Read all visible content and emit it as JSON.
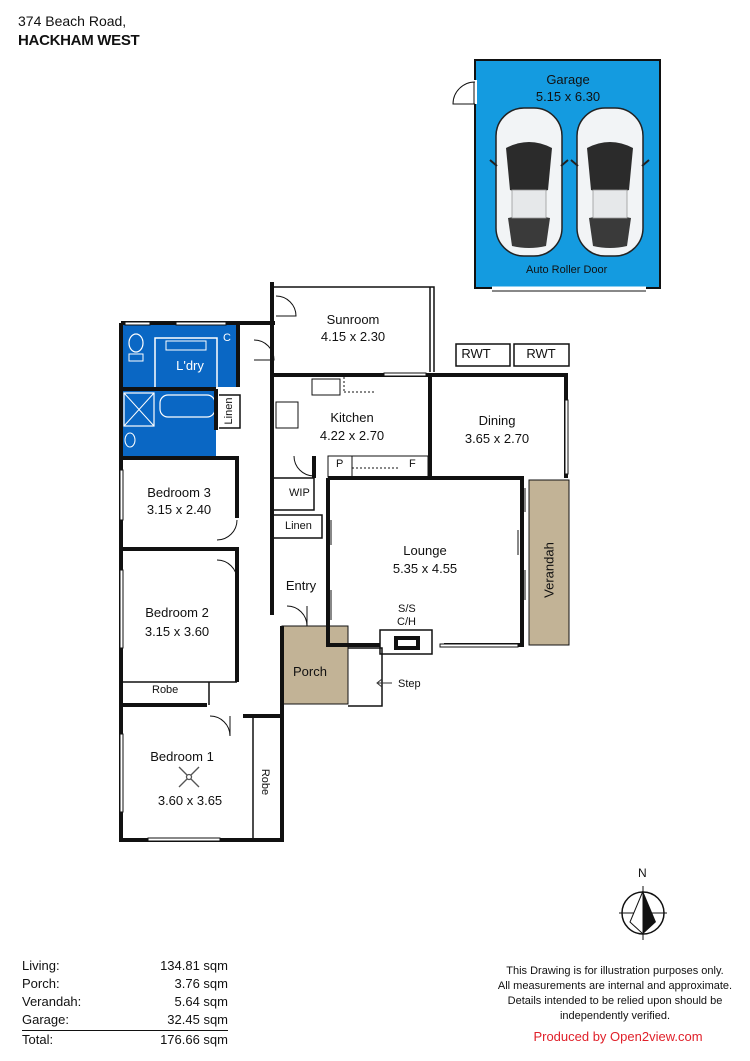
{
  "header": {
    "address_line": "374 Beach Road,",
    "suburb": "HACKHAM WEST"
  },
  "rooms": {
    "garage": {
      "name": "Garage",
      "size": "5.15 x 6.30",
      "door_label": "Auto Roller Door"
    },
    "sunroom": {
      "name": "Sunroom",
      "size": "4.15 x 2.30"
    },
    "laundry": {
      "name": "L'dry"
    },
    "kitchen": {
      "name": "Kitchen",
      "size": "4.22 x 2.70"
    },
    "dining": {
      "name": "Dining",
      "size": "3.65 x 2.70"
    },
    "bedroom3": {
      "name": "Bedroom 3",
      "size": "3.15 x 2.40"
    },
    "bedroom2": {
      "name": "Bedroom 2",
      "size": "3.15 x 3.60"
    },
    "bedroom1": {
      "name": "Bedroom 1",
      "size": "3.60 x 3.65"
    },
    "lounge": {
      "name": "Lounge",
      "size": "5.35 x 4.55"
    },
    "verandah": {
      "name": "Verandah"
    },
    "porch": {
      "name": "Porch"
    }
  },
  "labels": {
    "rwt_left": "RWT",
    "rwt_right": "RWT",
    "linen_vertical": "Linen",
    "linen_horizontal": "Linen",
    "wip": "WIP",
    "pantry": "P",
    "fridge": "F",
    "toilet_c": "C",
    "entry": "Entry",
    "heater_1": "S/S",
    "heater_2": "C/H",
    "step": "Step",
    "robe_bed2": "Robe",
    "robe_bed1": "Robe"
  },
  "compass": {
    "north": "N"
  },
  "areas": [
    {
      "label": "Living:",
      "value": "134.81 sqm"
    },
    {
      "label": "Porch:",
      "value": "3.76 sqm"
    },
    {
      "label": "Verandah:",
      "value": "5.64 sqm"
    },
    {
      "label": "Garage:",
      "value": "32.45 sqm"
    },
    {
      "label": "Total:",
      "value": "176.66 sqm"
    }
  ],
  "disclaimer": {
    "line1": "This Drawing is for illustration purposes only.",
    "line2": "All measurements are internal and  approximate.",
    "line3": "Details intended to be relied upon should be",
    "line4": "independently verified."
  },
  "credit": {
    "prefix": "Produced by ",
    "brand": "Open2view.com"
  },
  "colors": {
    "wet_area": "#0a67c4",
    "garage": "#149be0",
    "porch_verandah": "#c2b396",
    "walls": "#111111",
    "credit_red": "#e0202a"
  }
}
